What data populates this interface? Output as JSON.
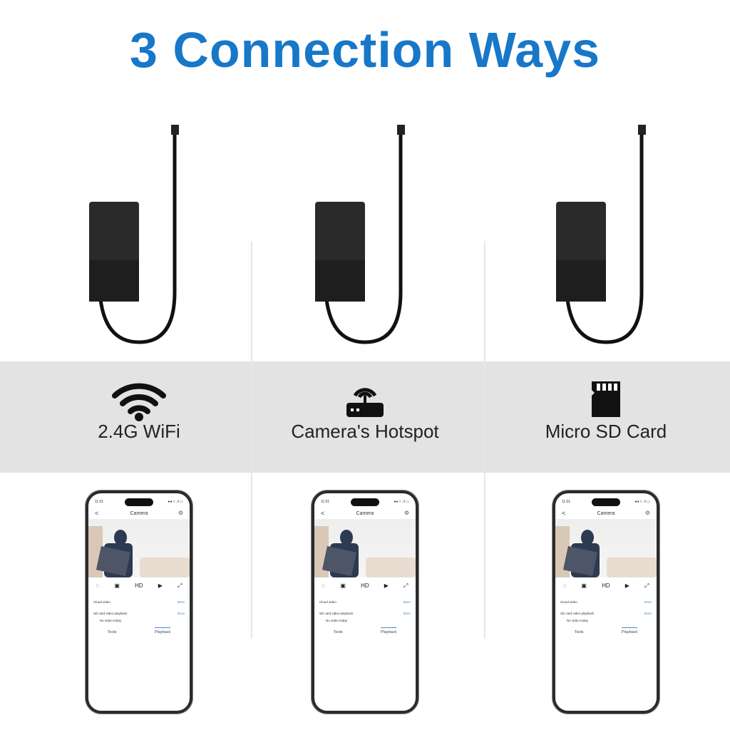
{
  "title": "3 Connection Ways",
  "columns": [
    {
      "label": "2.4G WiFi",
      "icon": "wifi-icon"
    },
    {
      "label": "Camera's Hotspot",
      "icon": "router-icon"
    },
    {
      "label": "Micro SD Card",
      "icon": "sd-card-icon"
    }
  ],
  "phone": {
    "time": "11:01",
    "status": "●● ≈ .ıl ▭",
    "header": "Camera",
    "back": "<",
    "gear": "⚙",
    "controls": [
      "◌",
      "▣",
      "HD",
      "▶",
      "⤢"
    ],
    "cloud_video": "Cloud video",
    "sd_playback": "SD card video playback",
    "more": "More",
    "no_video": "No video today",
    "tab_tools": "Tools",
    "tab_playback": "Playback"
  },
  "colors": {
    "title": "#1877c9",
    "band": "#e3e3e3"
  }
}
